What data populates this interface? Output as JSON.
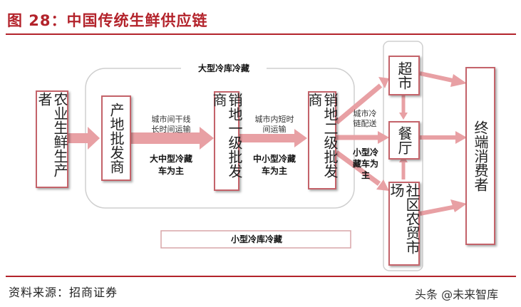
{
  "figure": {
    "title": "图 28：中国传统生鲜供应链",
    "source": "资料来源：招商证券",
    "watermark": "头条 @未来智库"
  },
  "groups": {
    "large_cold": "大型冷库冷藏",
    "small_cold": "小型冷库冷藏"
  },
  "nodes": {
    "producer": "农业生鲜生产者",
    "origin_wholesaler": "产地批发商",
    "primary_wholesaler": "销地一级批发商",
    "secondary_wholesaler": "销地二级批发商",
    "supermarket": "超市",
    "restaurant": "餐厅",
    "community_market": "社区农贸市场",
    "consumer": "终端消费者"
  },
  "edges": {
    "e1_line1": "城市间干线",
    "e1_line2": "长时间运输",
    "e1_bold1": "大中型冷藏",
    "e1_bold2": "车为主",
    "e2_line1": "城市内短时",
    "e2_line2": "间运输",
    "e2_bold1": "中小型冷藏",
    "e2_bold2": "车为主",
    "e3_line1": "城市冷",
    "e3_line2": "链配送",
    "e3_bold1": "小型冷",
    "e3_bold2": "藏车为",
    "e3_bold3": "主"
  },
  "colors": {
    "accent": "#b3232b",
    "box_border": "#c4636a",
    "arrow_fill": "#e8a0a4"
  }
}
